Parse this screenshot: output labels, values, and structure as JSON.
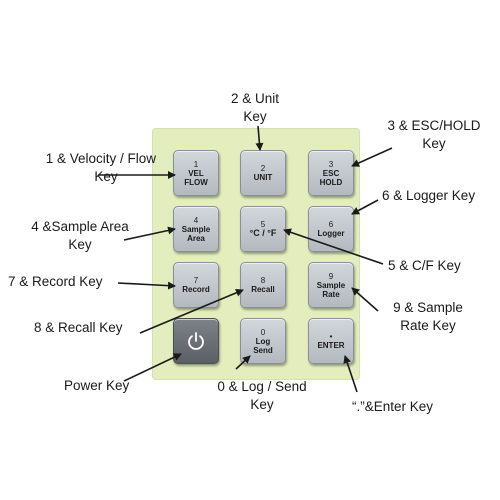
{
  "keys": {
    "k1": {
      "num": "1",
      "l1": "VEL",
      "l2": "FLOW"
    },
    "k2": {
      "num": "2",
      "l1": "UNIT"
    },
    "k3": {
      "num": "3",
      "l1": "ESC",
      "l2": "HOLD"
    },
    "k4": {
      "num": "4",
      "l1": "Sample",
      "l2": "Area"
    },
    "k5": {
      "num": "5",
      "l1": "°C / °F"
    },
    "k6": {
      "num": "6",
      "l1": "Logger"
    },
    "k7": {
      "num": "7",
      "l1": "Record"
    },
    "k8": {
      "num": "8",
      "l1": "Recall"
    },
    "k9": {
      "num": "9",
      "l1": "Sample",
      "l2": "Rate"
    },
    "k0": {
      "num": "0",
      "l1": "Log",
      "l2": "Send"
    },
    "kdot": {
      "num": "•",
      "l1": "ENTER"
    }
  },
  "labels": {
    "vel": {
      "line1": "1 & Velocity / Flow",
      "line2": "Key"
    },
    "unit": {
      "line1": "2 & Unit",
      "line2": "Key"
    },
    "esc": {
      "line1": "3 & ESC/HOLD",
      "line2": "Key"
    },
    "logger": {
      "line1": "6 & Logger Key"
    },
    "sample_area": {
      "line1": "4 &Sample Area",
      "line2": "Key"
    },
    "cf": {
      "line1": "5 & C/F Key"
    },
    "record": {
      "line1": "7 & Record Key"
    },
    "sample_rate": {
      "line1": "9 & Sample",
      "line2": "Rate Key"
    },
    "recall": {
      "line1": "8 & Recall Key"
    },
    "power": {
      "line1": "Power Key"
    },
    "log_send": {
      "line1": "0 & Log / Send",
      "line2": "Key"
    },
    "enter": {
      "line1": "“.”&Enter Key"
    }
  },
  "colors": {
    "panel": "#e3edbd",
    "key": "#c2c7cc",
    "power_key": "#6b7076",
    "text": "#1a1a1a"
  }
}
